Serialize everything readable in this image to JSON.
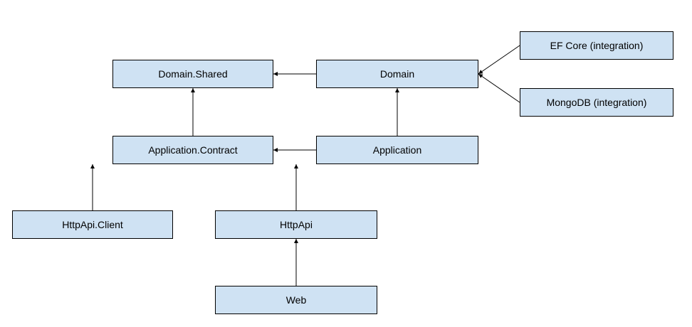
{
  "diagram": {
    "nodes": {
      "domain_shared": "Domain.Shared",
      "domain": "Domain",
      "ef_core": "EF Core (integration)",
      "mongodb": "MongoDB (integration)",
      "application_contract": "Application.Contract",
      "application": "Application",
      "httpapi_client": "HttpApi.Client",
      "httpapi": "HttpApi",
      "web": "Web"
    },
    "edges": [
      {
        "from": "domain",
        "to": "domain_shared"
      },
      {
        "from": "ef_core",
        "to": "domain"
      },
      {
        "from": "mongodb",
        "to": "domain"
      },
      {
        "from": "application_contract",
        "to": "domain_shared"
      },
      {
        "from": "application",
        "to": "domain"
      },
      {
        "from": "application",
        "to": "application_contract"
      },
      {
        "from": "httpapi_client",
        "to": "application_contract"
      },
      {
        "from": "httpapi",
        "to": "application_contract"
      },
      {
        "from": "web",
        "to": "httpapi"
      }
    ],
    "colors": {
      "node_fill": "#cfe2f3",
      "node_border": "#000000",
      "edge": "#000000"
    }
  }
}
